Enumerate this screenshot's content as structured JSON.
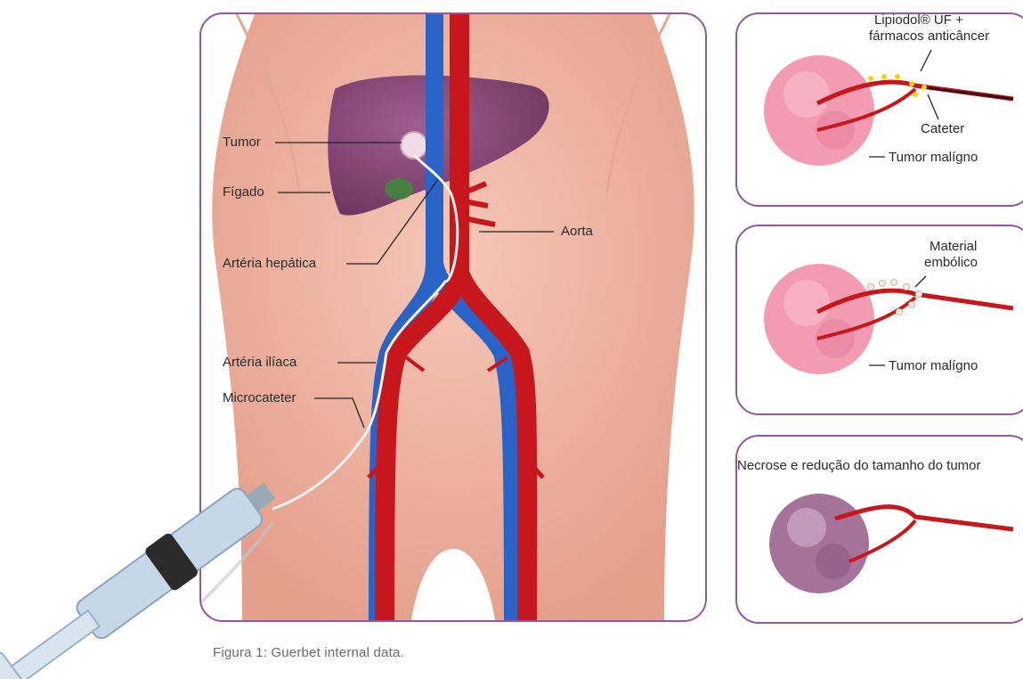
{
  "main_diagram": {
    "labels": {
      "tumor": "Tumor",
      "liver": "Fígado",
      "aorta": "Aorta",
      "hepatic_artery": "Artéria hepática",
      "iliac_artery": "Artéria ilíaca",
      "microcatheter": "Microcateter"
    }
  },
  "panels": [
    {
      "label_top_line1": "Lipiodol® UF +",
      "label_top_line2": "fármacos anticâncer",
      "label_catheter": "Cateter",
      "label_tumor": "Tumor malígno"
    },
    {
      "label_top_line1": "Material",
      "label_top_line2": "embólico",
      "label_tumor": "Tumor malígno"
    },
    {
      "title": "Necrose e redução do tamanho do tumor"
    }
  ],
  "caption": "Figura 1: Guerbet internal data.",
  "colors": {
    "frame": "#8e5a9c",
    "skin": "#f1b9a8",
    "artery": "#c8161d",
    "vein": "#2a63c8",
    "liver": "#7e3f72",
    "tumor": "#f29bb3",
    "necrotic_tumor": "#a5729a"
  }
}
